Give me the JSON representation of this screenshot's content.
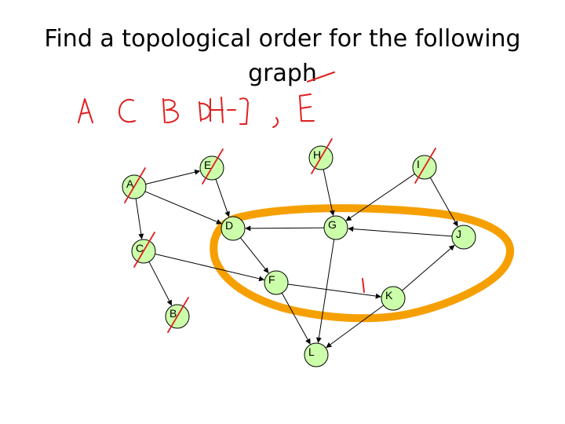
{
  "slide": {
    "title_line1": "Find a topological order for the following",
    "title_line2": "graph"
  },
  "annotation": {
    "handwritten_order": "A C B D H I , E",
    "ink_color": "#e02020",
    "highlight_color": "#f5a000"
  },
  "graph": {
    "node_fill": "#ccffaa",
    "nodes": [
      "A",
      "B",
      "C",
      "D",
      "E",
      "F",
      "G",
      "H",
      "I",
      "J",
      "K",
      "L"
    ],
    "edges": [
      [
        "A",
        "E"
      ],
      [
        "A",
        "D"
      ],
      [
        "A",
        "C"
      ],
      [
        "E",
        "D"
      ],
      [
        "C",
        "B"
      ],
      [
        "C",
        "F"
      ],
      [
        "D",
        "F"
      ],
      [
        "F",
        "K"
      ],
      [
        "F",
        "L"
      ],
      [
        "H",
        "G"
      ],
      [
        "I",
        "G"
      ],
      [
        "I",
        "J"
      ],
      [
        "G",
        "D"
      ],
      [
        "G",
        "L"
      ],
      [
        "J",
        "G"
      ],
      [
        "K",
        "J"
      ],
      [
        "K",
        "L"
      ]
    ],
    "crossed_out": [
      "A",
      "B",
      "C",
      "E",
      "H",
      "I"
    ]
  }
}
